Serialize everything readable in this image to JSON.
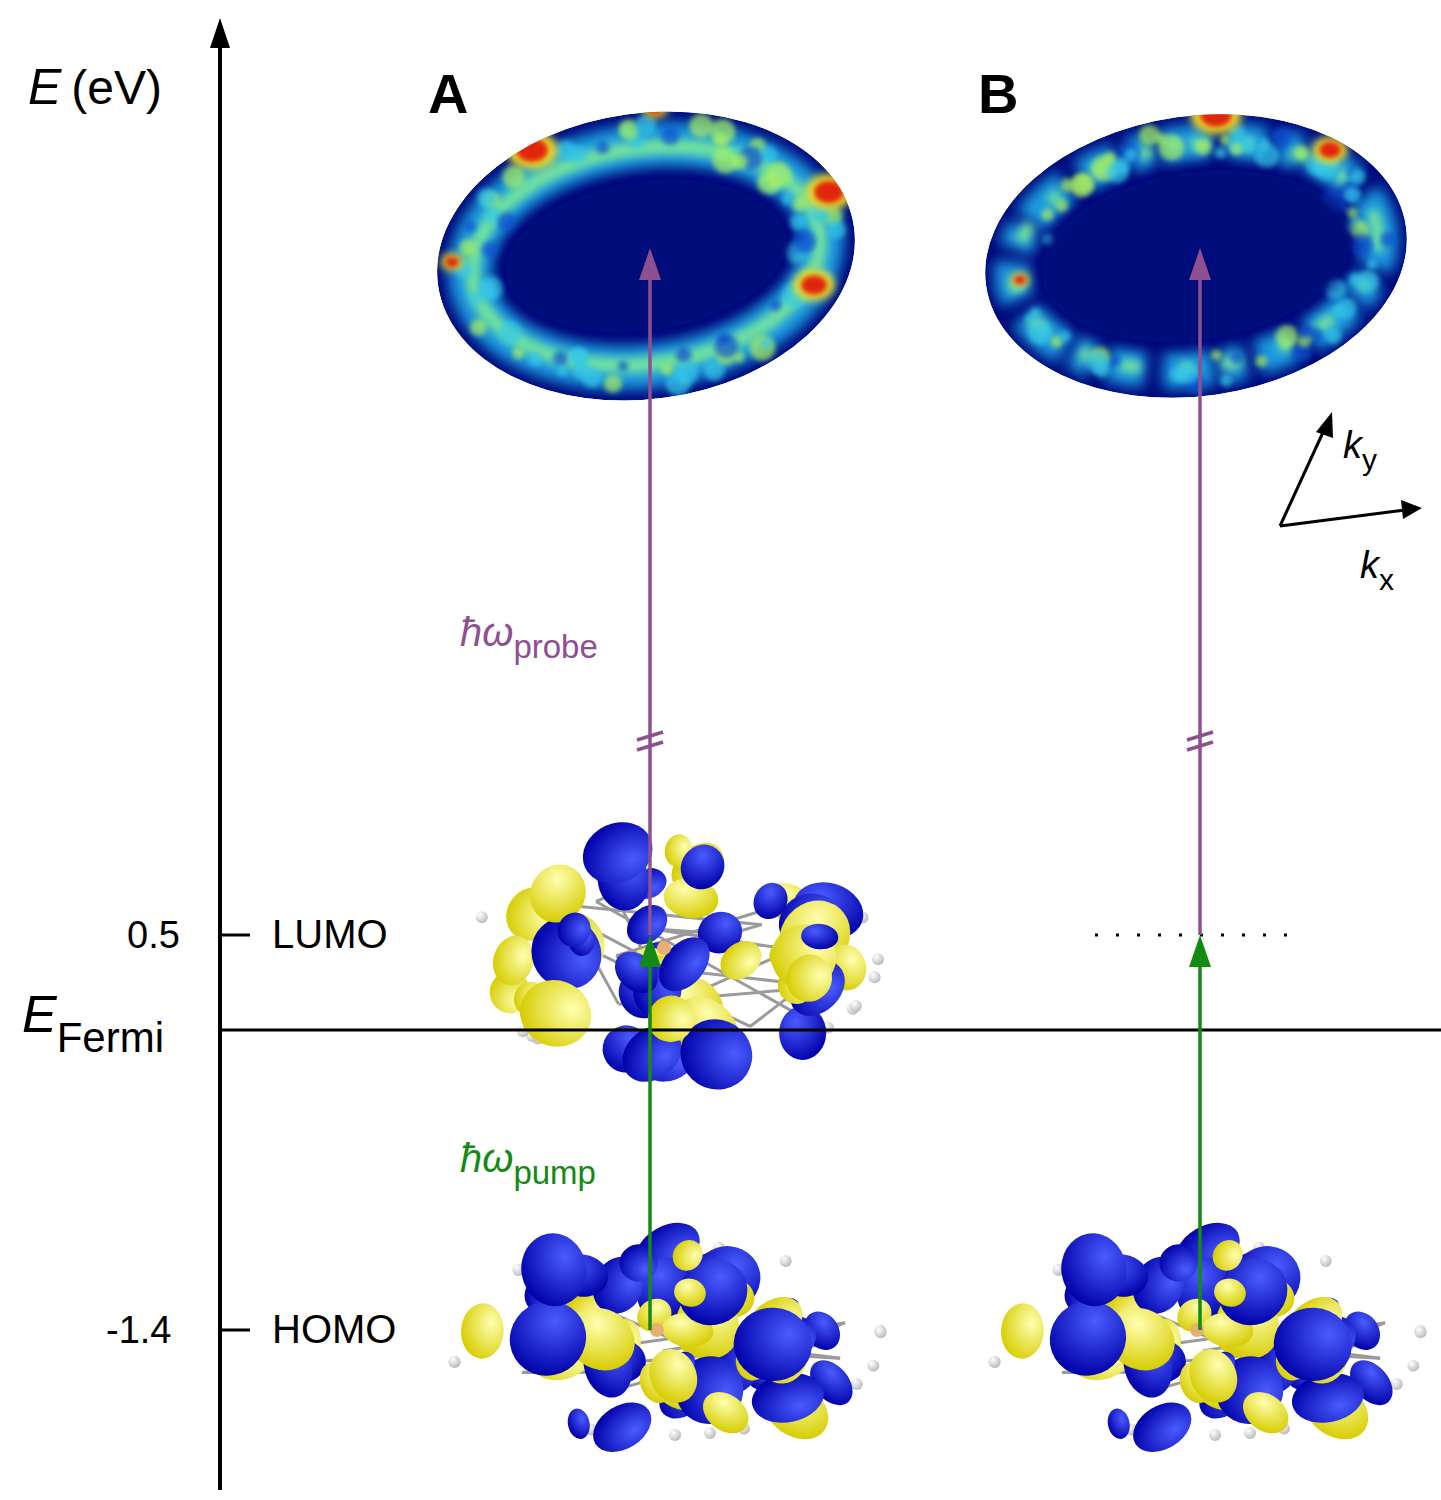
{
  "diagram": {
    "labels": [
      "E",
      "(eV)",
      "A",
      "B",
      "ħω",
      "probe",
      "ħω",
      "pump",
      "0.5",
      "LUMO",
      "E",
      "Fermi",
      "-1.4",
      "HOMO",
      "k",
      "y",
      "k",
      "x"
    ]
  }
}
